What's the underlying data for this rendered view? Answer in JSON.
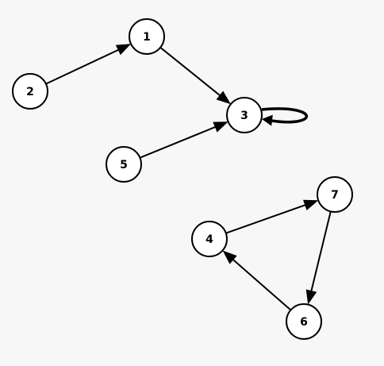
{
  "graph": {
    "directed": true,
    "colors": {
      "background": "#f7f7f7",
      "node_fill": "#ffffff",
      "stroke": "#000000"
    },
    "nodes": [
      {
        "id": "1",
        "label": "1"
      },
      {
        "id": "2",
        "label": "2"
      },
      {
        "id": "3",
        "label": "3"
      },
      {
        "id": "4",
        "label": "4"
      },
      {
        "id": "5",
        "label": "5"
      },
      {
        "id": "6",
        "label": "6"
      },
      {
        "id": "7",
        "label": "7"
      }
    ],
    "edges": [
      {
        "from": "2",
        "to": "1"
      },
      {
        "from": "1",
        "to": "3"
      },
      {
        "from": "5",
        "to": "3"
      },
      {
        "from": "3",
        "to": "3"
      },
      {
        "from": "4",
        "to": "7"
      },
      {
        "from": "7",
        "to": "6"
      },
      {
        "from": "6",
        "to": "4"
      }
    ]
  }
}
